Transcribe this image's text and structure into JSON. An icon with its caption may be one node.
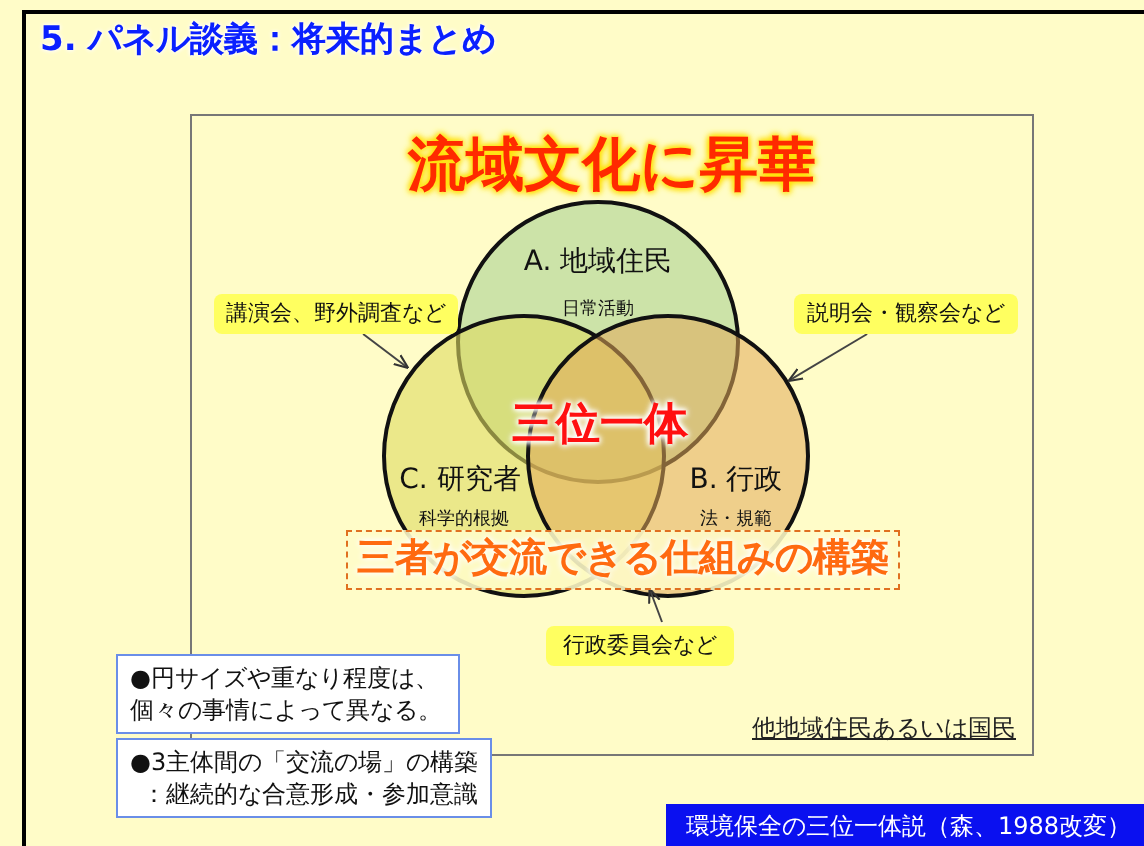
{
  "diagram": {
    "title": "5. パネル談義：将来的まとめ",
    "nodes": [
      {
        "text": [
          "流域文化に昇華",
          "他地域住民あるいは国民"
        ]
      },
      {
        "text": [
          "A. 地域住民",
          "日常活動"
        ],
        "in": 0
      },
      {
        "text": [
          "講演会、野外調査など"
        ],
        "in": 0
      },
      {
        "text": [
          "説明会・観察会など"
        ],
        "in": 0
      },
      {
        "text": [
          "C. 研究者",
          "科学的根拠"
        ],
        "in": 0
      },
      {
        "text": [
          "B. 行政",
          "法・規範"
        ],
        "in": 0
      },
      {
        "text": [
          "三者が交流できる仕組みの構築"
        ],
        "in": 0
      },
      {
        "text": [
          "行政委員会など"
        ],
        "in": 0
      },
      {
        "text": [
          "●円サイズや重なり程度は、個々の事情によって異なる。"
        ]
      },
      {
        "text": [
          "●3主体間の「交流の場」の構築",
          "：継続的な合意形成・参加意識"
        ]
      },
      {
        "text": [
          "環境保全の三位一体説（森、1988改変）"
        ]
      }
    ],
    "edges": [
      {
        "from": 2,
        "to": 4,
        "arrow": "to"
      },
      {
        "from": 3,
        "to": 5,
        "arrow": "to"
      },
      {
        "from": 7,
        "to": 6,
        "arrow": "to"
      }
    ],
    "labels": [
      "三位一体"
    ]
  }
}
